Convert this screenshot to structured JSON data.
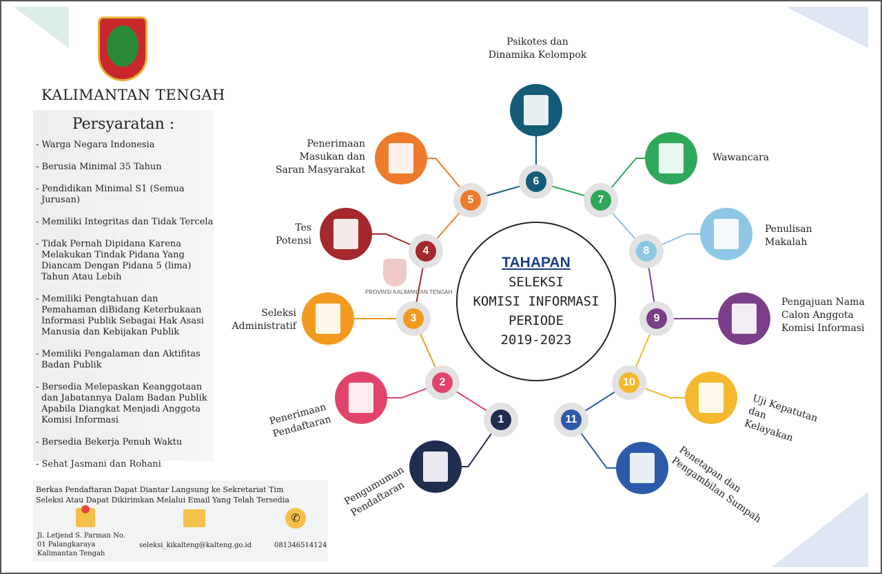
{
  "header": {
    "province": "KALIMANTAN TENGAH"
  },
  "requirements": {
    "title": "Persyaratan :",
    "items": [
      "- Warga Negara Indonesia",
      "- Berusia Minimal 35 Tahun",
      "- Pendidikan Minimal S1 (Semua Jurusan)",
      "- Memiliki Integritas dan Tidak Tercela",
      "- Tidak Pernah Dipidana Karena Melakukan Tindak Pidana Yang Diancam Dengan Pidana 5 (lima) Tahun Atau Lebih",
      "- Memiliki Pengtahuan dan Pemahaman diBidang Keterbukaan Informasi Publik Sebagai Hak Asasi Manusia dan Kebijakan Publik",
      "- Memiliki Pengalaman dan Aktifitas Badan Publik",
      "- Bersedia Melepaskan Keanggotaan dan Jabatannya Dalam Badan Publik Apabila Diangkat Menjadi Anggota Komisi Informasi",
      "- Bersedia Bekerja Penuh Waktu",
      "- Sehat Jasmani dan Rohani"
    ]
  },
  "contact": {
    "note": "Berkas Pendaftaran Dapat Diantar Langsung ke Sekretariat Tim Seleksi Atau Dapat Dikirimkan Melalui Email Yang Telah Tersedia",
    "address": "Jl. Letjend S. Parman No. 01 Palangkaraya Kalimantan Tengah",
    "email": "seleksi_kikalteng@kalteng.go.id",
    "phone": "081346514124"
  },
  "center": {
    "heading": "TAHAPAN",
    "line1": "SELEKSI",
    "line2": "KOMISI INFORMASI",
    "line3": "PERIODE",
    "line4": "2019-2023"
  },
  "watermark": {
    "text": "PROVINSI KALIMANTAN TENGAH"
  },
  "steps": [
    {
      "num": "1",
      "label": "Pengumuman Pendaftaran",
      "color": "#1f2d4f",
      "icon": "megaphone-icon"
    },
    {
      "num": "2",
      "label": "Penerimaan Pendaftaran",
      "color": "#e2436b",
      "icon": "document-search-icon"
    },
    {
      "num": "3",
      "label": "Seleksi Administratif",
      "color": "#f29a1f",
      "icon": "checklist-icon"
    },
    {
      "num": "4",
      "label": "Tes Potensi",
      "color": "#a4282c",
      "icon": "test-paper-icon"
    },
    {
      "num": "5",
      "label": "Penerimaan Masukan dan Saran Masyarakat",
      "color": "#ee7b2c",
      "icon": "feedback-megaphone-icon"
    },
    {
      "num": "6",
      "label": "Psikotes dan Dinamika Kelompok",
      "color": "#145b78",
      "icon": "checklist-pencil-icon"
    },
    {
      "num": "7",
      "label": "Wawancara",
      "color": "#2fa85a",
      "icon": "interview-icon"
    },
    {
      "num": "8",
      "label": "Penulisan Makalah",
      "color": "#8ec6e6",
      "icon": "paper-writing-icon"
    },
    {
      "num": "9",
      "label": "Pengajuan Nama Calon Anggota Komisi Informasi",
      "color": "#7a3e8a",
      "icon": "candidates-shield-icon"
    },
    {
      "num": "10",
      "label": "Uji Kepatutan dan Kelayakan",
      "color": "#f5b82e",
      "icon": "grade-a-plus-icon"
    },
    {
      "num": "11",
      "label": "Penetapan dan Pengambilan Sumpah",
      "color": "#2c5aa8",
      "icon": "certificate-icon"
    }
  ]
}
